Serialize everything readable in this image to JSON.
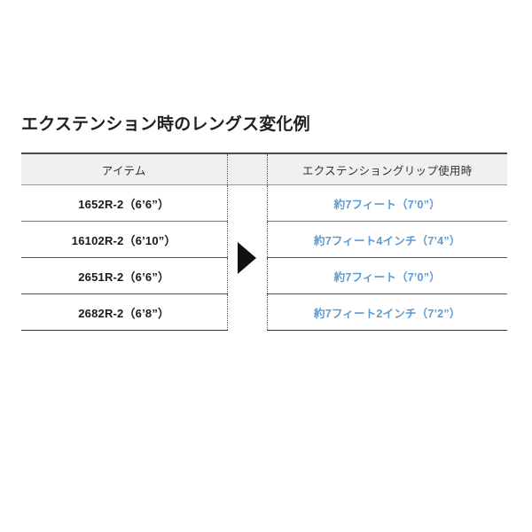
{
  "page": {
    "title": "エクステンション時のレングス変化例",
    "background_color": "#ffffff"
  },
  "table": {
    "headers": {
      "item": "アイテム",
      "gap": "",
      "result": "エクステンショングリップ使用時"
    },
    "header_background": "#f0f0f0",
    "accent_color": "#5b9bd5",
    "arrow_icon": "right-triangle-arrow",
    "rows": [
      {
        "item": "1652R-2（6’6”）",
        "result": "約7フィート（7’0”）"
      },
      {
        "item": "16102R-2（6’10”）",
        "result": "約7フィート4インチ（7’4”）"
      },
      {
        "item": "2651R-2（6’6”）",
        "result": "約7フィート（7’0”）"
      },
      {
        "item": "2682R-2（6’8”）",
        "result": "約7フィート2インチ（7’2”）"
      }
    ]
  }
}
